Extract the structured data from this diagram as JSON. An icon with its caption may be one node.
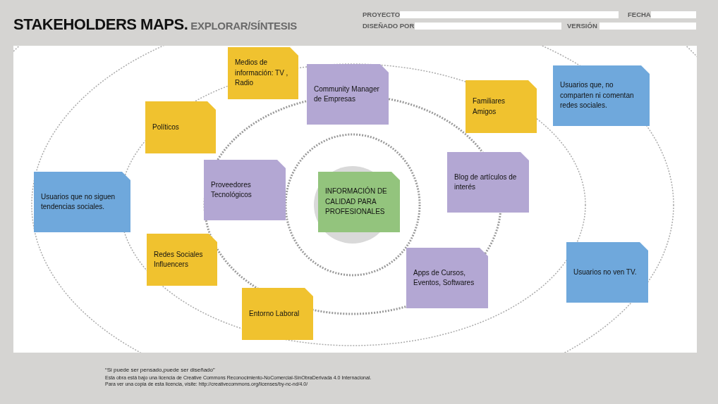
{
  "diagram": {
    "title": "STAKEHOLDERS MAPS.",
    "nodes": [
      {
        "text": [
          "Medios de información: TV , Radio"
        ]
      },
      {
        "text": [
          "Community Manager de Empresas"
        ]
      },
      {
        "text": [
          "Familiares Amigos"
        ]
      },
      {
        "text": [
          "Usuarios que, no comparten ni comentan redes sociales."
        ]
      },
      {
        "text": [
          "Políticos"
        ]
      },
      {
        "text": [
          "Usuarios que no siguen tendencias sociales."
        ]
      },
      {
        "text": [
          "Proveedores Tecnológicos"
        ]
      },
      {
        "text": [
          "INFORMACIÓN DE CALIDAD PARA PROFESIONALES"
        ]
      },
      {
        "text": [
          "Blog de artículos de interés"
        ]
      },
      {
        "text": [
          "Redes Sociales Influencers"
        ]
      },
      {
        "text": [
          "Usuarios no ven TV."
        ]
      },
      {
        "text": [
          "Apps de Cursos, Eventos, Softwares"
        ]
      },
      {
        "text": [
          "Entorno Laboral"
        ]
      }
    ],
    "labels": [
      "EXPLORAR/SÍNTESIS",
      "PROYECTO",
      "FECHA",
      "DISEÑADO POR",
      "VERSIÓN",
      "“Si puede ser pensado,puede ser diseñado”",
      "Esta obra está bajo una licencia de Creative Commons Reconocimiento-NoComercial-SinObraDerivada 4.0 Internacional.",
      "Para ver una copia de esta licencia, visite: http://creativecommons.org/licenses/by-nc-nd/4.0/"
    ]
  }
}
